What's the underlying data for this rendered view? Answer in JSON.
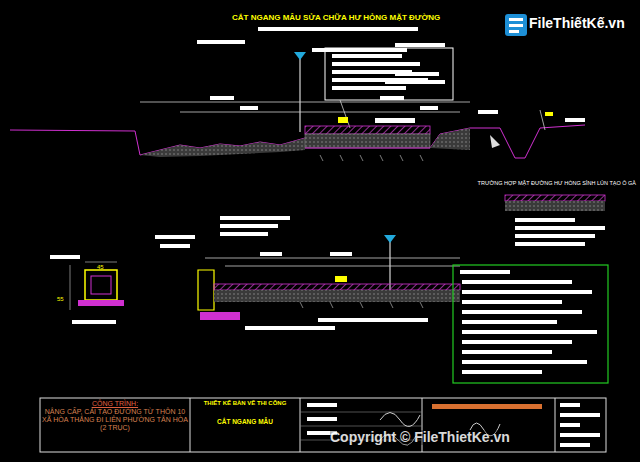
{
  "diagram": {
    "title": "CẮT NGANG MẪU SỬA CHỮA HƯ HỎNG MẶT ĐƯỜNG",
    "nodes": [
      {
        "text": [
          "CÔNG TRÌNH:",
          "NÂNG CẤP, CẢI TẠO ĐƯỜNG TỪ THÔN 10 XÃ HÒA THẮNG ĐI LIÊN PHƯỜNG TÂN HÒA (2 TRỤC)"
        ]
      },
      {
        "text": [
          "THIẾT KẾ BẢN VẼ THI CÔNG"
        ]
      },
      {
        "text": [
          "CẮT NGANG MẪU"
        ]
      }
    ],
    "labels": [
      "TRƯỜNG HỢP MẶT ĐƯỜNG HƯ HỎNG SÌNH LÚN TẠO Ổ GÀ",
      "45",
      "55",
      "FileThiếtKế.vn",
      "Copyright © FileThietKe.vn"
    ]
  }
}
